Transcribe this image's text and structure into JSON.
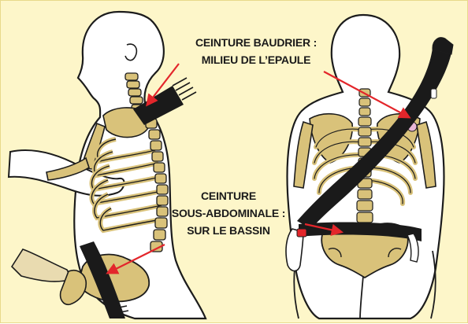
{
  "colors": {
    "background": "#fdf6c9",
    "bone": "#d9c27a",
    "bone_dark": "#8a7434",
    "outline": "#1c1c1c",
    "belt": "#1a1a1a",
    "arrow": "#e3262b",
    "skin": "#ffffff"
  },
  "labels": {
    "shoulder_belt": {
      "line1": "CEINTURE BAUDRIER :",
      "line2": "MILIEU DE L’EPAULE"
    },
    "lap_belt": {
      "line1": "CEINTURE",
      "line2": "SOUS-ABDOMINALE :",
      "line3": "SUR LE BASSIN"
    }
  },
  "figures": [
    {
      "view": "side",
      "belts": [
        "shoulder",
        "lap"
      ]
    },
    {
      "view": "back",
      "belts": [
        "shoulder",
        "lap"
      ]
    }
  ]
}
